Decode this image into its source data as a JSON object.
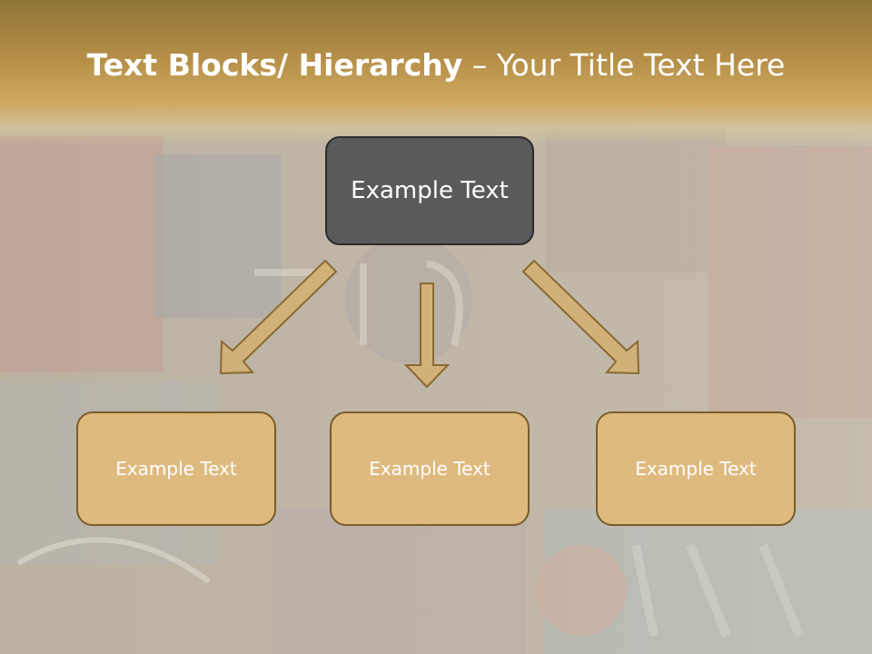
{
  "title": {
    "bold": "Text Blocks/ Hierarchy",
    "rest": " – Your Title Text Here"
  },
  "hierarchy": {
    "top": "Example Text",
    "children": [
      "Example Text",
      "Example Text",
      "Example Text"
    ]
  },
  "colors": {
    "header": "#b58f48",
    "top_box": "#5a5a5c",
    "child_box": "#deba7f",
    "arrow": "#d2b07a"
  }
}
